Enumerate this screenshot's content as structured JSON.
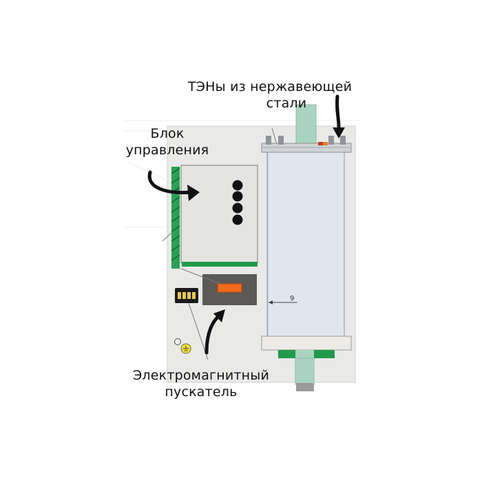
{
  "labels": {
    "heaters": [
      "ТЭНы из нержавеющей",
      "стали"
    ],
    "control_block": [
      "Блок",
      "управления"
    ],
    "starter": [
      "Электромагнитный",
      "пускатель"
    ]
  },
  "dimension_mark": "9",
  "colors": {
    "panel_bg": "#e8e8e6",
    "green": "#1f9a4a",
    "orange": "#f26a1b",
    "tank": "#dfe6ef",
    "pipe": "#a9d4c1"
  }
}
